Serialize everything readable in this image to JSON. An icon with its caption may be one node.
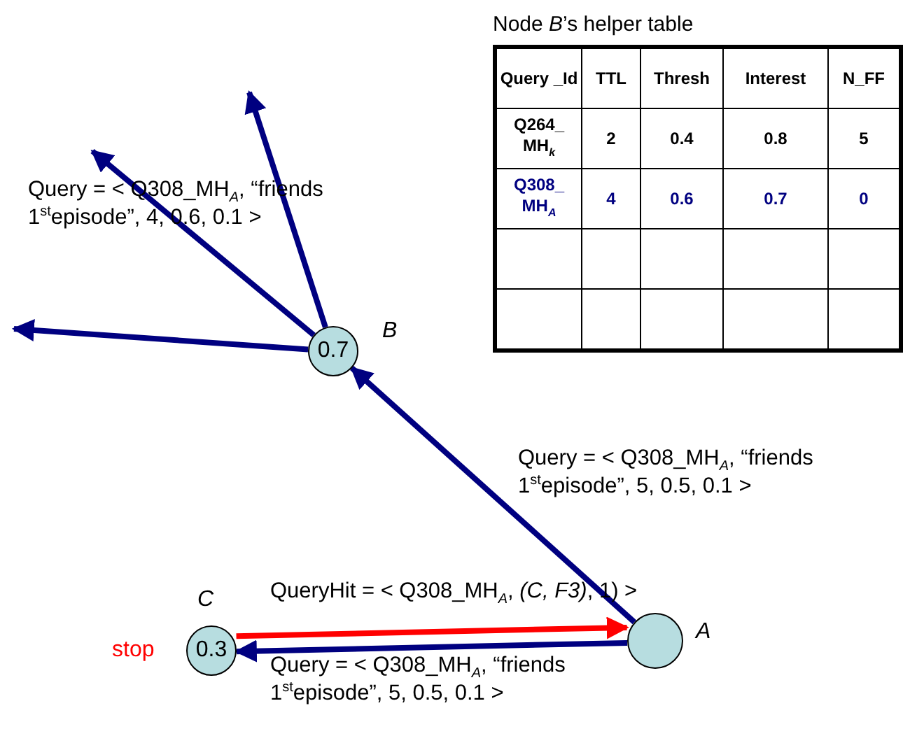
{
  "diagram": {
    "nodes": [
      {
        "text": [
          "0.7"
        ],
        "beside": [
          "B"
        ]
      },
      {
        "text": [],
        "shape": "circle",
        "beside": [
          "A"
        ]
      },
      {
        "text": [
          "0.3"
        ],
        "beside": [
          "C",
          "stop"
        ]
      }
    ],
    "edges": [
      {
        "from": 1,
        "to": 0,
        "arrow": "to",
        "label": "Query = < Q308_MH$_{A}$, “friends 1$^{st}$episode”, 5, 0.5, 0.1 >"
      },
      {
        "from": 0,
        "to": null,
        "arrow": "to"
      },
      {
        "from": 0,
        "to": null,
        "arrow": "to",
        "label": "Query = < Q308_MH$_{A}$, “friends 1$^{st}$episode”, 4, 0.6, 0.1 >"
      },
      {
        "from": 0,
        "to": null,
        "arrow": "to"
      },
      {
        "from": 2,
        "to": 1,
        "arrow": "to",
        "color": "#ff0000",
        "label": "QueryHit = < Q308_MH$_{A}$, *(C, F3)*, 1) >"
      },
      {
        "from": 1,
        "to": 2,
        "arrow": "to",
        "label": "Query = < Q308_MH$_{A}$, “friends 1$^{st}$episode”, 5, 0.5, 0.1 >"
      }
    ],
    "labels": [
      "Node *B*’s helper table",
      "Query _Id",
      "TTL",
      "Thresh",
      "Interest",
      "N_FF",
      "Q264_ MH$_{k}$",
      "2",
      "0.4",
      "0.8",
      "5",
      "Q308_ MH$_{A}$",
      "4",
      "0.6",
      "0.7",
      "0"
    ]
  }
}
